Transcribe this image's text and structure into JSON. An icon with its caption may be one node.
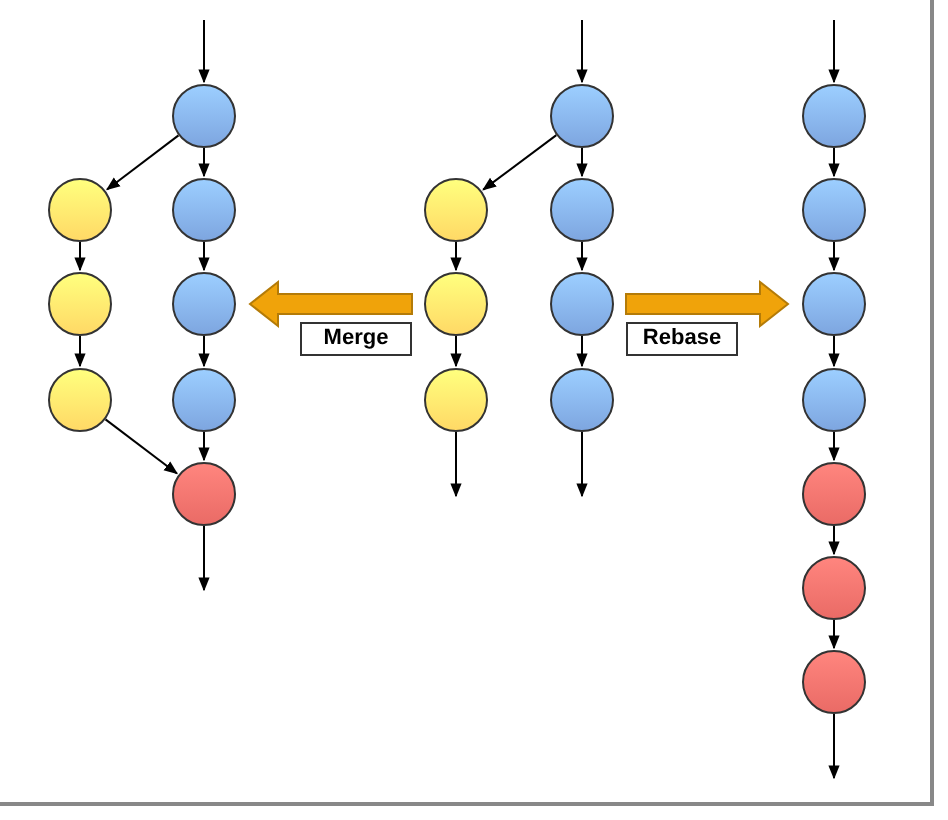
{
  "diagram": {
    "nodes": [
      {
        "text": [],
        "shape": "circle"
      },
      {
        "text": [],
        "shape": "circle"
      },
      {
        "text": [],
        "shape": "circle"
      },
      {
        "text": [],
        "shape": "circle"
      },
      {
        "text": [],
        "shape": "circle"
      },
      {
        "text": [],
        "shape": "circle"
      },
      {
        "text": [],
        "shape": "circle"
      },
      {
        "text": [],
        "shape": "circle"
      },
      {
        "text": [],
        "shape": "circle"
      },
      {
        "text": [],
        "shape": "circle"
      },
      {
        "text": [],
        "shape": "circle"
      },
      {
        "text": [],
        "shape": "circle"
      },
      {
        "text": [],
        "shape": "circle"
      },
      {
        "text": [],
        "shape": "circle"
      },
      {
        "text": [],
        "shape": "circle"
      },
      {
        "text": [],
        "shape": "circle"
      },
      {
        "text": [],
        "shape": "circle"
      },
      {
        "text": [],
        "shape": "circle"
      },
      {
        "text": [],
        "shape": "circle"
      },
      {
        "text": [],
        "shape": "circle"
      },
      {
        "text": [],
        "shape": "circle"
      },
      {
        "text": [],
        "shape": "circle"
      }
    ],
    "edges": [
      {
        "from": null,
        "to": 0,
        "arrow": "to"
      },
      {
        "from": 0,
        "to": 1,
        "arrow": "to"
      },
      {
        "from": 1,
        "to": 2,
        "arrow": "to"
      },
      {
        "from": 2,
        "to": 3,
        "arrow": "to"
      },
      {
        "from": 3,
        "to": 4,
        "arrow": "to"
      },
      {
        "from": 0,
        "to": 5,
        "arrow": "to"
      },
      {
        "from": 5,
        "to": 6,
        "arrow": "to"
      },
      {
        "from": 6,
        "to": 7,
        "arrow": "to"
      },
      {
        "from": 7,
        "to": 4,
        "arrow": "to"
      },
      {
        "from": 4,
        "to": null,
        "arrow": "to"
      },
      {
        "from": null,
        "to": 11,
        "arrow": "to"
      },
      {
        "from": 11,
        "to": 12,
        "arrow": "to"
      },
      {
        "from": 12,
        "to": 13,
        "arrow": "to"
      },
      {
        "from": 13,
        "to": 14,
        "arrow": "to"
      },
      {
        "from": 11,
        "to": 8,
        "arrow": "to"
      },
      {
        "from": 8,
        "to": 9,
        "arrow": "to"
      },
      {
        "from": 9,
        "to": 10,
        "arrow": "to"
      },
      {
        "from": 10,
        "to": null,
        "arrow": "to"
      },
      {
        "from": 14,
        "to": null,
        "arrow": "to"
      },
      {
        "from": null,
        "to": 15,
        "arrow": "to"
      },
      {
        "from": 15,
        "to": 16,
        "arrow": "to"
      },
      {
        "from": 16,
        "to": 17,
        "arrow": "to"
      },
      {
        "from": 17,
        "to": 18,
        "arrow": "to"
      },
      {
        "from": 18,
        "to": 19,
        "arrow": "to"
      },
      {
        "from": 19,
        "to": 20,
        "arrow": "to"
      },
      {
        "from": 20,
        "to": 21,
        "arrow": "to"
      },
      {
        "from": 21,
        "to": null,
        "arrow": "to"
      },
      {
        "from": 9,
        "to": 2,
        "arrow": "to",
        "label": "Merge",
        "style": "thick",
        "color": "#f0a30a"
      },
      {
        "from": 13,
        "to": 17,
        "arrow": "to",
        "label": "Rebase",
        "style": "thick",
        "color": "#f0a30a"
      }
    ]
  }
}
